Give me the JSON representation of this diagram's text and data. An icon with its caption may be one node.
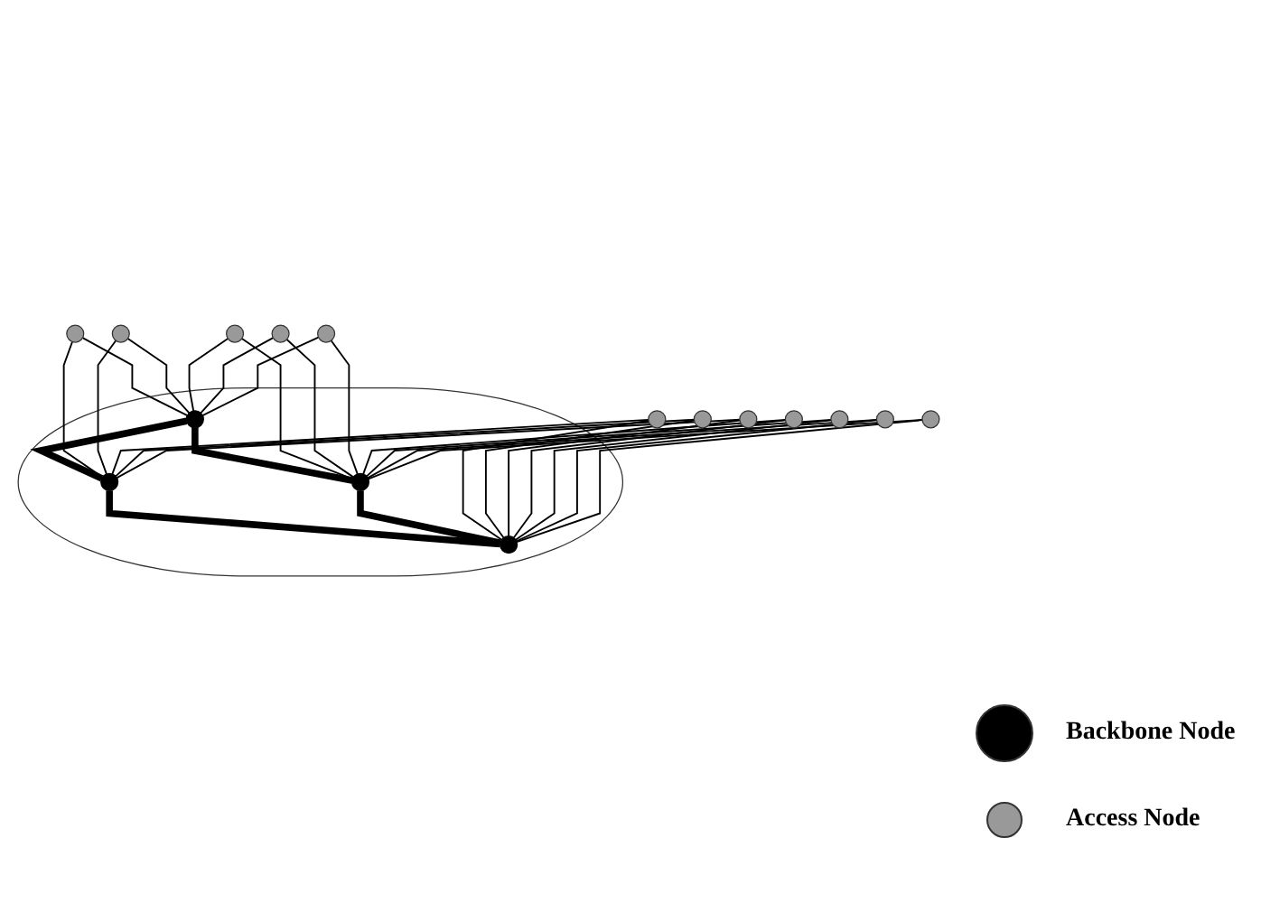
{
  "diagram": {
    "nodes": [
      {
        "text": [],
        "shape": "ellipse"
      },
      {
        "text": [],
        "shape": "circle"
      },
      {
        "text": [],
        "shape": "circle"
      },
      {
        "text": [],
        "shape": "circle"
      },
      {
        "text": [],
        "shape": "circle"
      },
      {
        "text": [],
        "shape": "circle",
        "in": 0
      },
      {
        "text": [],
        "shape": "circle",
        "in": 0
      },
      {
        "text": [],
        "shape": "circle"
      },
      {
        "text": [],
        "shape": "circle"
      },
      {
        "text": [],
        "shape": "circle",
        "in": 0
      },
      {
        "text": [],
        "shape": "circle",
        "in": 0
      },
      {
        "text": [],
        "shape": "circle"
      },
      {
        "text": [],
        "shape": "circle"
      },
      {
        "text": [],
        "shape": "circle"
      },
      {
        "text": [],
        "shape": "circle"
      },
      {
        "text": [],
        "shape": "circle"
      },
      {
        "text": [],
        "shape": "circle"
      }
    ],
    "edges": [
      {
        "from": 5,
        "to": 6,
        "arrow": "none",
        "style": "thick"
      },
      {
        "from": 5,
        "to": 9,
        "arrow": "none",
        "style": "thick"
      },
      {
        "from": 6,
        "to": 10,
        "arrow": "none",
        "style": "thick"
      },
      {
        "from": 9,
        "to": 10,
        "arrow": "none",
        "style": "thick"
      },
      {
        "from": 1,
        "to": 5,
        "arrow": "none"
      },
      {
        "from": 1,
        "to": 6,
        "arrow": "none"
      },
      {
        "from": 2,
        "to": 5,
        "arrow": "none"
      },
      {
        "from": 2,
        "to": 6,
        "arrow": "none"
      },
      {
        "from": 3,
        "to": 5,
        "arrow": "none"
      },
      {
        "from": 3,
        "to": 9,
        "arrow": "none"
      },
      {
        "from": 4,
        "to": 6,
        "arrow": "none"
      },
      {
        "from": 4,
        "to": 10,
        "arrow": "none"
      },
      {
        "from": 7,
        "to": 5,
        "arrow": "none"
      },
      {
        "from": 7,
        "to": 9,
        "arrow": "none"
      },
      {
        "from": 8,
        "to": 6,
        "arrow": "none"
      },
      {
        "from": 8,
        "to": 10,
        "arrow": "none"
      },
      {
        "from": 11,
        "to": 5,
        "arrow": "none"
      },
      {
        "from": 11,
        "to": 9,
        "arrow": "none"
      },
      {
        "from": 12,
        "to": 6,
        "arrow": "none"
      },
      {
        "from": 12,
        "to": 10,
        "arrow": "none"
      },
      {
        "from": 13,
        "to": 9,
        "arrow": "none"
      },
      {
        "from": 13,
        "to": 10,
        "arrow": "none"
      },
      {
        "from": 14,
        "to": 9,
        "arrow": "none"
      },
      {
        "from": 14,
        "to": 10,
        "arrow": "none"
      },
      {
        "from": 15,
        "to": 9,
        "arrow": "none"
      },
      {
        "from": 15,
        "to": 10,
        "arrow": "none"
      },
      {
        "from": 16,
        "to": 9,
        "arrow": "none"
      },
      {
        "from": 16,
        "to": 10,
        "arrow": "none"
      }
    ],
    "legend": [
      {
        "text": "Backbone Node",
        "color": "#000000"
      },
      {
        "text": "Access Node",
        "color": "#999999"
      }
    ]
  }
}
